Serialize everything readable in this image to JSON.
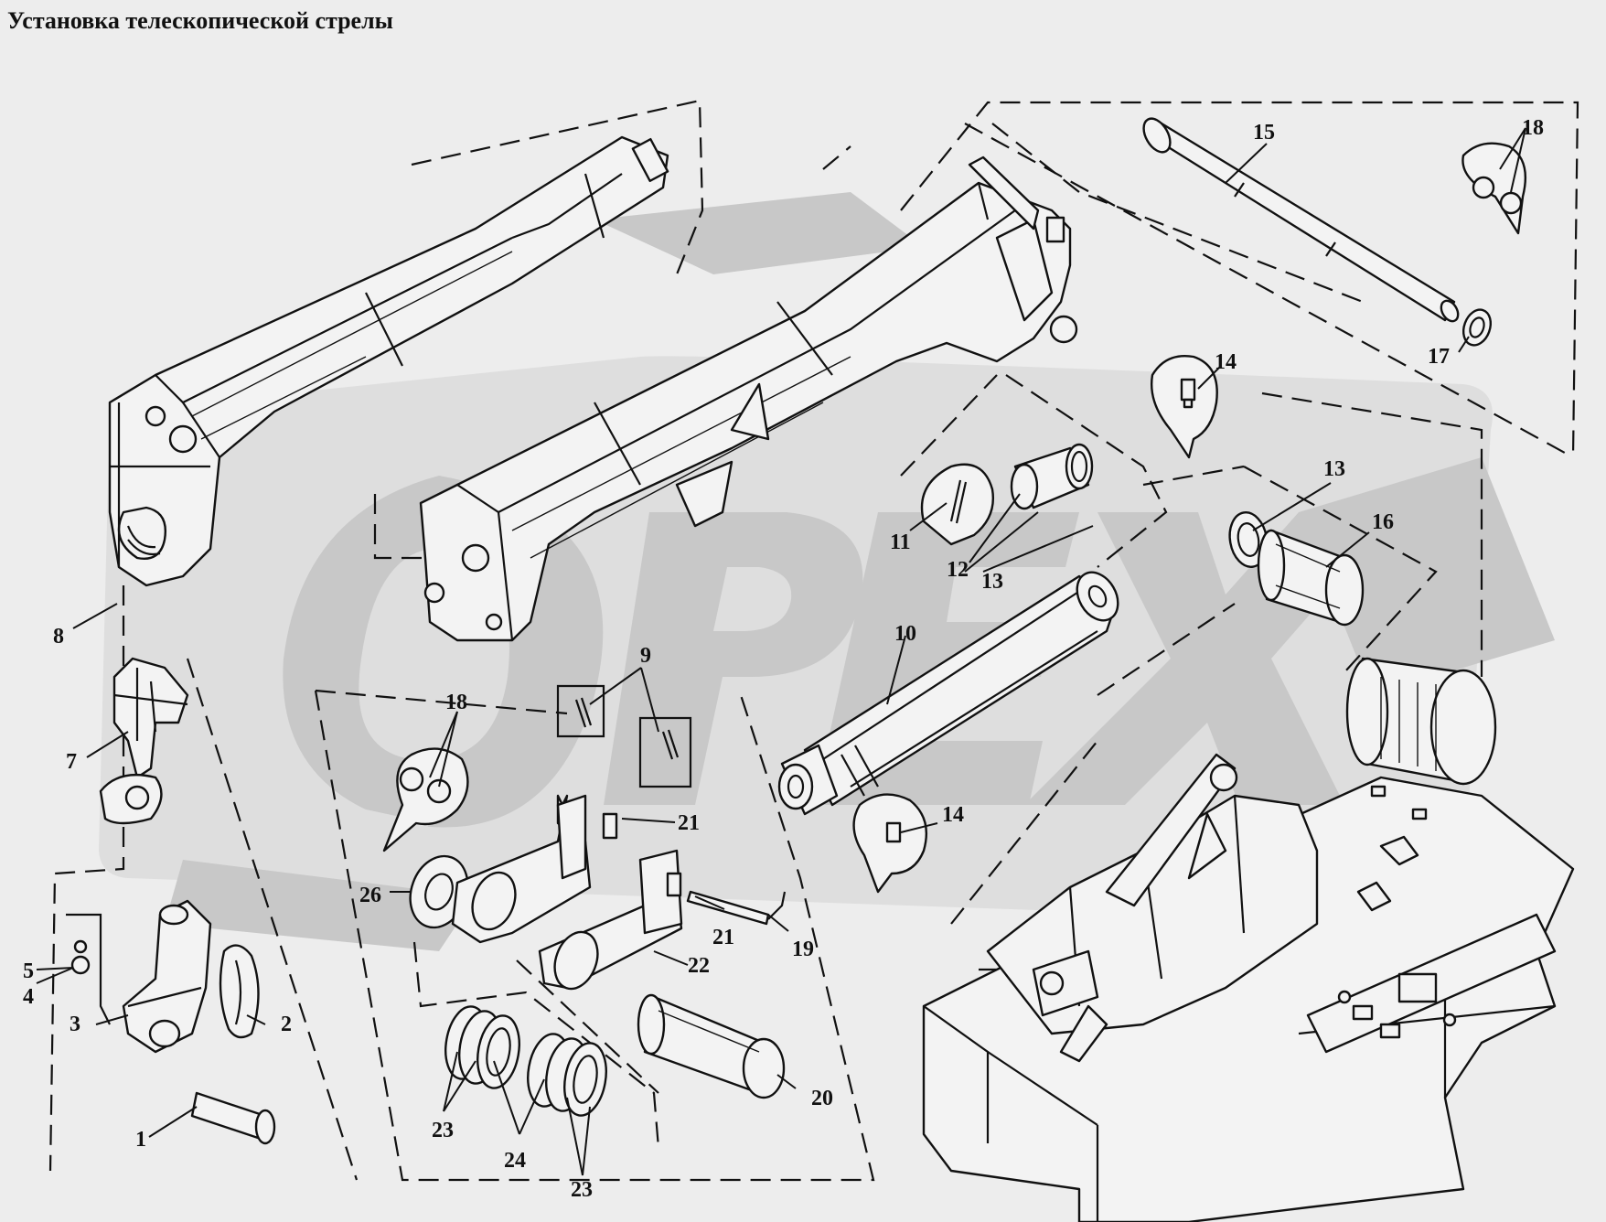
{
  "title": "Установка телескопической стрелы",
  "watermark": {
    "text": "OPEX",
    "color": "#c8c8c8"
  },
  "labels": {
    "l1": "1",
    "l2": "2",
    "l3": "3",
    "l4": "4",
    "l5": "5",
    "l7": "7",
    "l8": "8",
    "l9": "9",
    "l10": "10",
    "l11": "11",
    "l12": "12",
    "l13a": "13",
    "l13b": "13",
    "l14a": "14",
    "l14b": "14",
    "l15": "15",
    "l16": "16",
    "l17": "17",
    "l18a": "18",
    "l18b": "18",
    "l19": "19",
    "l20": "20",
    "l21a": "21",
    "l21b": "21",
    "l22": "22",
    "l23a": "23",
    "l23b": "23",
    "l24": "24",
    "l26": "26"
  }
}
